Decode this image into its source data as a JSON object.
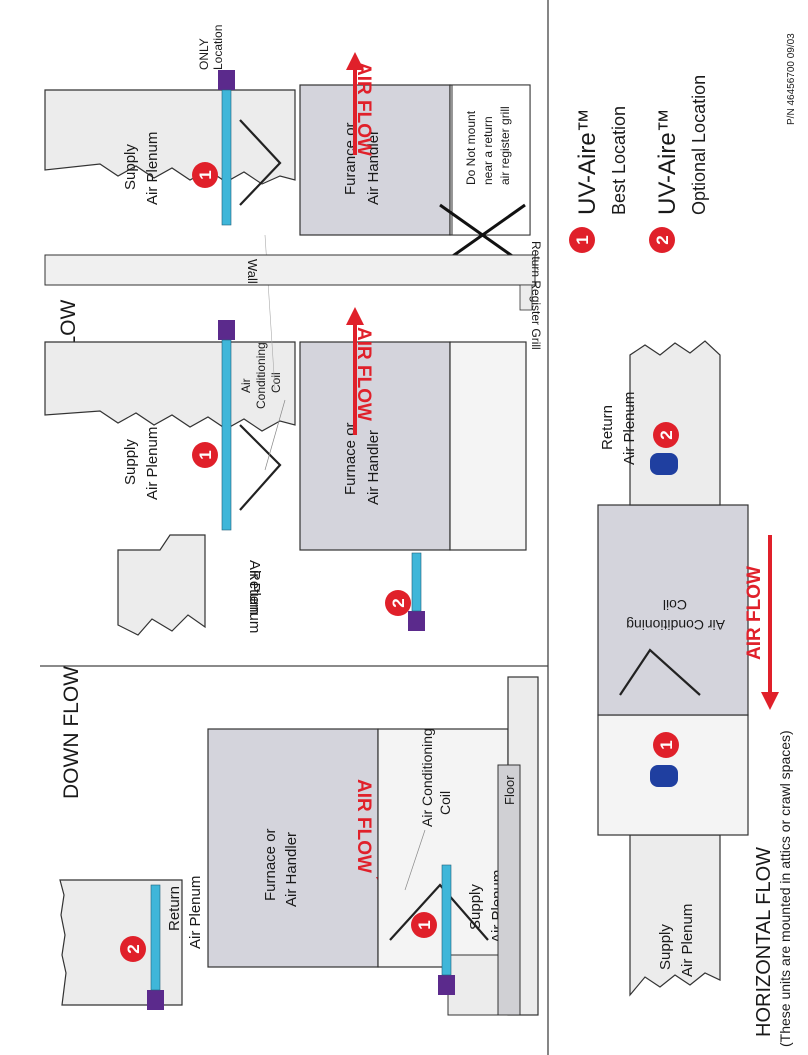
{
  "colors": {
    "duct": "#ececec",
    "cabinet": "#d4d4dc",
    "coil_bar": "#3fb6d9",
    "lamp_mount": "#5b2a8c",
    "badge": "#e0202a",
    "arrow": "#e0202a",
    "sensor": "#1f3fa0",
    "floor": "#d0d0d4"
  },
  "part_number": "P/N 46456700 09/03",
  "legend": {
    "best": {
      "number": "1",
      "brand": "UV-Aire™",
      "desc": "Best Location"
    },
    "optional": {
      "number": "2",
      "brand": "UV-Aire™",
      "desc": "Optional Location"
    }
  },
  "down_flow": {
    "title": "DOWN FLOW",
    "return_plenum": [
      "Return",
      "Air Plenum"
    ],
    "unit": [
      "Furnace or",
      "Air Handler"
    ],
    "airflow": "AIR FLOW",
    "coil_label": [
      "Air Conditioning",
      "Coil"
    ],
    "supply_plenum": [
      "Supply",
      "Air Plenum"
    ],
    "floor": "Floor",
    "badge_return": "2",
    "badge_supply": "1"
  },
  "up_flow": {
    "title": "UP FLOW",
    "return_plenum": [
      "Return",
      "Air Plenum"
    ],
    "unit": [
      "Furnace or",
      "Air Handler"
    ],
    "airflow": "AIR FLOW",
    "coil_label": [
      "Air",
      "Conditioning",
      "Coil"
    ],
    "supply_plenum": [
      "Supply",
      "Air Plenum"
    ],
    "badge_return": "2",
    "badge_supply": "1"
  },
  "up_flow_wall": {
    "unit": [
      "Furance or",
      "Air Handler"
    ],
    "airflow": "AIR FLOW",
    "supply_plenum": [
      "Supply",
      "Air Plenum"
    ],
    "only_location": [
      "ONLY",
      "Location"
    ],
    "warning": [
      "Do Not mount",
      "near a return",
      "air register grill"
    ],
    "wall": "Wall",
    "return_grill": "Return Register Grill",
    "badge_supply": "1"
  },
  "horizontal": {
    "title": "HORIZONTAL FLOW",
    "subtitle": "(These units are mounted in attics or crawl spaces)",
    "supply_plenum": [
      "Supply",
      "Air Plenum"
    ],
    "coil_label": [
      "Air Conditioning",
      "Coil"
    ],
    "airflow": "AIR FLOW",
    "return_plenum": [
      "Return",
      "Air Plenum"
    ],
    "badge_supply": "1",
    "badge_return": "2"
  }
}
